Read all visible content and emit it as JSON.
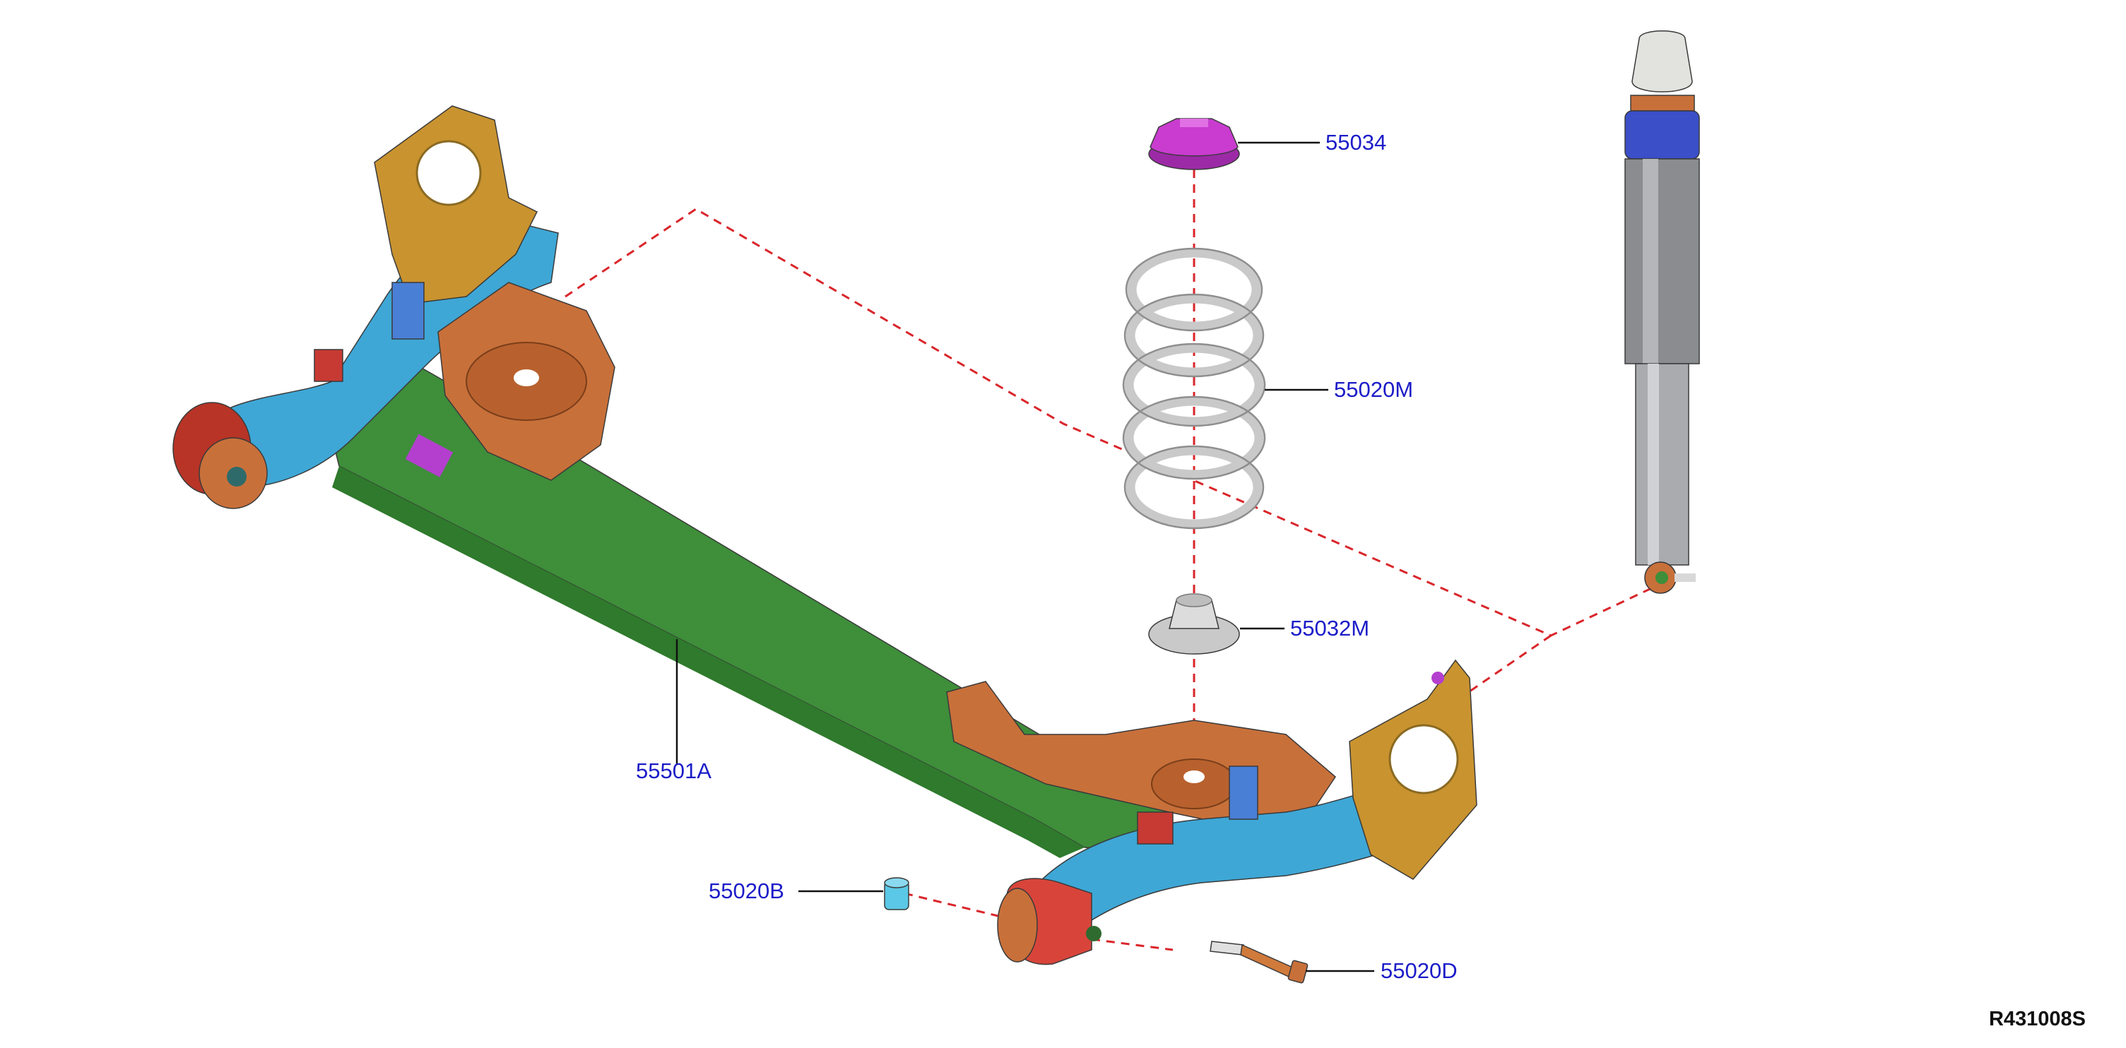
{
  "diagram": {
    "id_code": "R431008S",
    "colors": {
      "axle_beam": "#3e8e3a",
      "trailing_arm": "#3ea7d6",
      "bracket_copper": "#c8703a",
      "bracket_gold": "#c9932f",
      "bushing": "#d8443a",
      "spring": "#c9c9c9",
      "spring_seat_upper": "#c93ccf",
      "shock_body": "#8a8c90",
      "shock_cap": "#e2e2de",
      "shock_collar": "#3a4fc8",
      "leader_dash": "#d9262b",
      "callout_text": "#1c1cc8"
    },
    "parts": [
      {
        "ref": "55034",
        "name_icon": "upper-spring-seat"
      },
      {
        "ref": "55020M",
        "name_icon": "coil-spring"
      },
      {
        "ref": "55032M",
        "name_icon": "lower-spring-seat"
      },
      {
        "ref": "55501A",
        "name_icon": "rear-axle-beam"
      },
      {
        "ref": "55020B",
        "name_icon": "bushing-cap"
      },
      {
        "ref": "55020D",
        "name_icon": "bushing-bolt"
      }
    ]
  }
}
